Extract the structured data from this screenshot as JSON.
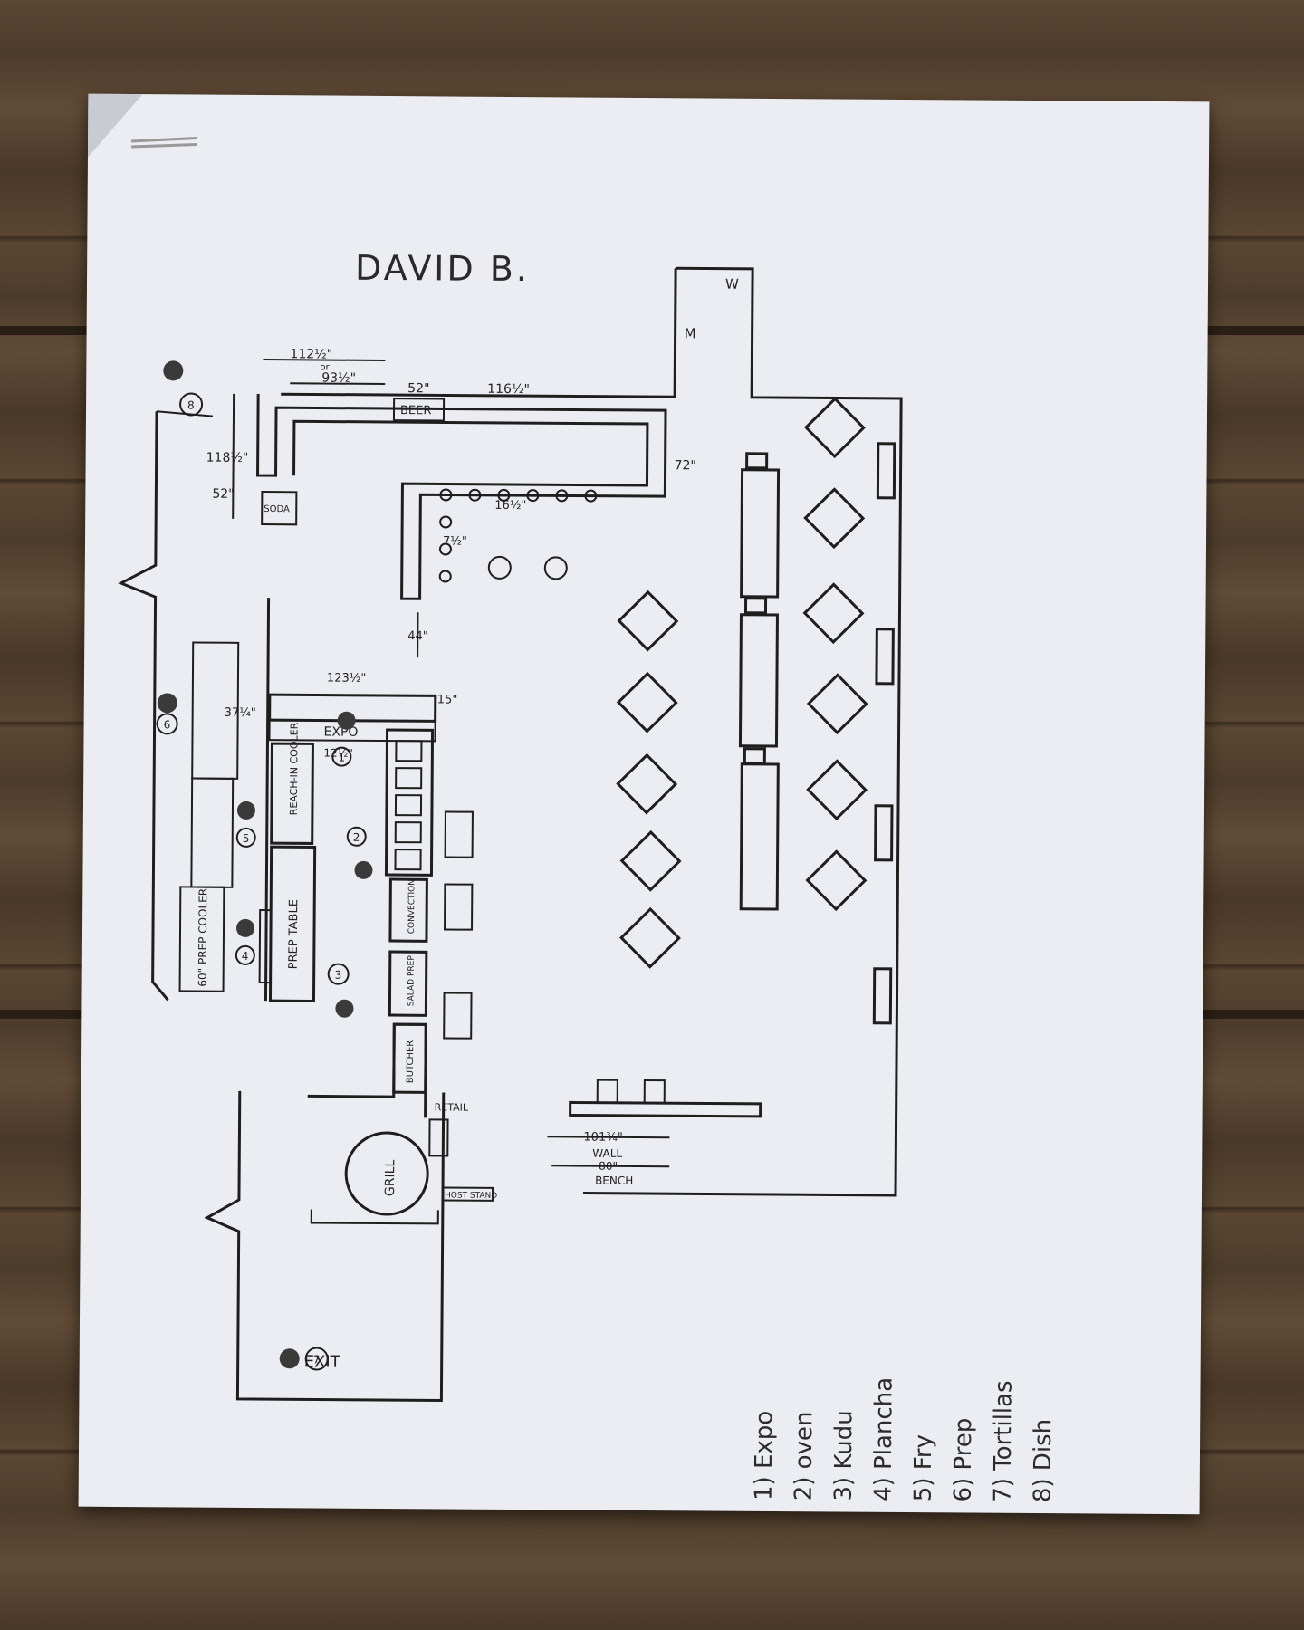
{
  "author": "DAVID B.",
  "labels": {
    "beer": "BEER",
    "soda": "SODA",
    "expo": "EXPO",
    "reach_in": "REACH-IN COOLER",
    "prep_table": "PREP TABLE",
    "prep_cooler": "60\" PREP COOLER",
    "convection": "CONVECTION",
    "salad_prep": "SALAD PREP",
    "butcher": "BUTCHER",
    "retail": "RETAIL",
    "grill": "GRILL",
    "host_stand": "HOST STAND",
    "exit": "EXIT",
    "wall": "WALL",
    "bench": "BENCH",
    "w": "W",
    "m": "M"
  },
  "dimensions": {
    "d1": "112½\"",
    "or": "or",
    "d2": "93½\"",
    "d3": "52\"",
    "d4": "116½\"",
    "d5": "118½\"",
    "d6": "52\"",
    "d7": "72\"",
    "d8": "16½\"",
    "d9": "7½\"",
    "d10": "44\"",
    "d11": "123½\"",
    "d12": "37¼\"",
    "d13": "15\"",
    "d14": "12½\"",
    "d15": "101¾\"",
    "d16": "80\""
  },
  "station_markers": [
    "1",
    "2",
    "3",
    "4",
    "5",
    "6",
    "7",
    "8"
  ],
  "legend": [
    "1) Expo",
    "2) oven",
    "3) Kudu",
    "4) Plancha",
    "5) Fry",
    "6) Prep",
    "7) Tortillas",
    "8) Dish"
  ]
}
